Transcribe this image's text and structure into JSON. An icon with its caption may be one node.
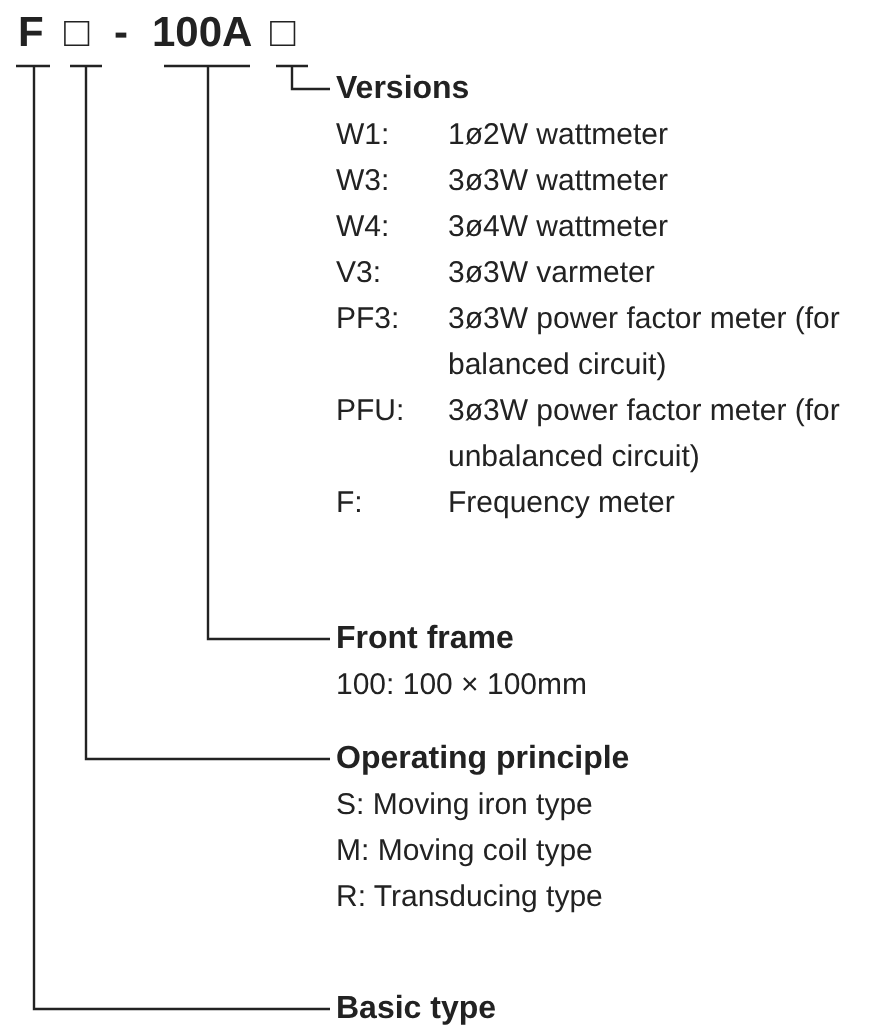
{
  "diagram": {
    "nodes": [
      {
        "text": [
          "F"
        ]
      },
      {
        "text": [
          "□"
        ]
      },
      {
        "text": [
          "100A"
        ]
      },
      {
        "text": [
          "□"
        ]
      },
      {
        "text": [
          "Versions",
          "W1:",
          "1ø2W wattmeter",
          "W3:",
          "3ø3W wattmeter",
          "W4:",
          "3ø4W wattmeter",
          "V3:",
          "3ø3W varmeter",
          "PF3:",
          "3ø3W power factor meter (for balanced circuit)",
          "PFU:",
          "3ø3W power factor meter (for unbalanced circuit)",
          "F:",
          "Frequency meter"
        ]
      },
      {
        "text": [
          "Front frame",
          "100: 100 × 100mm"
        ]
      },
      {
        "text": [
          "Operating principle",
          "S: Moving iron type",
          "M: Moving coil type",
          "R: Transducing type"
        ]
      },
      {
        "text": [
          "Basic type"
        ]
      }
    ],
    "edges": [
      {
        "from": 3,
        "to": 4,
        "arrow": "none"
      },
      {
        "from": 2,
        "to": 5,
        "arrow": "none"
      },
      {
        "from": 1,
        "to": 6,
        "arrow": "none"
      },
      {
        "from": 0,
        "to": 7,
        "arrow": "none"
      }
    ],
    "labels": [
      "-"
    ]
  }
}
